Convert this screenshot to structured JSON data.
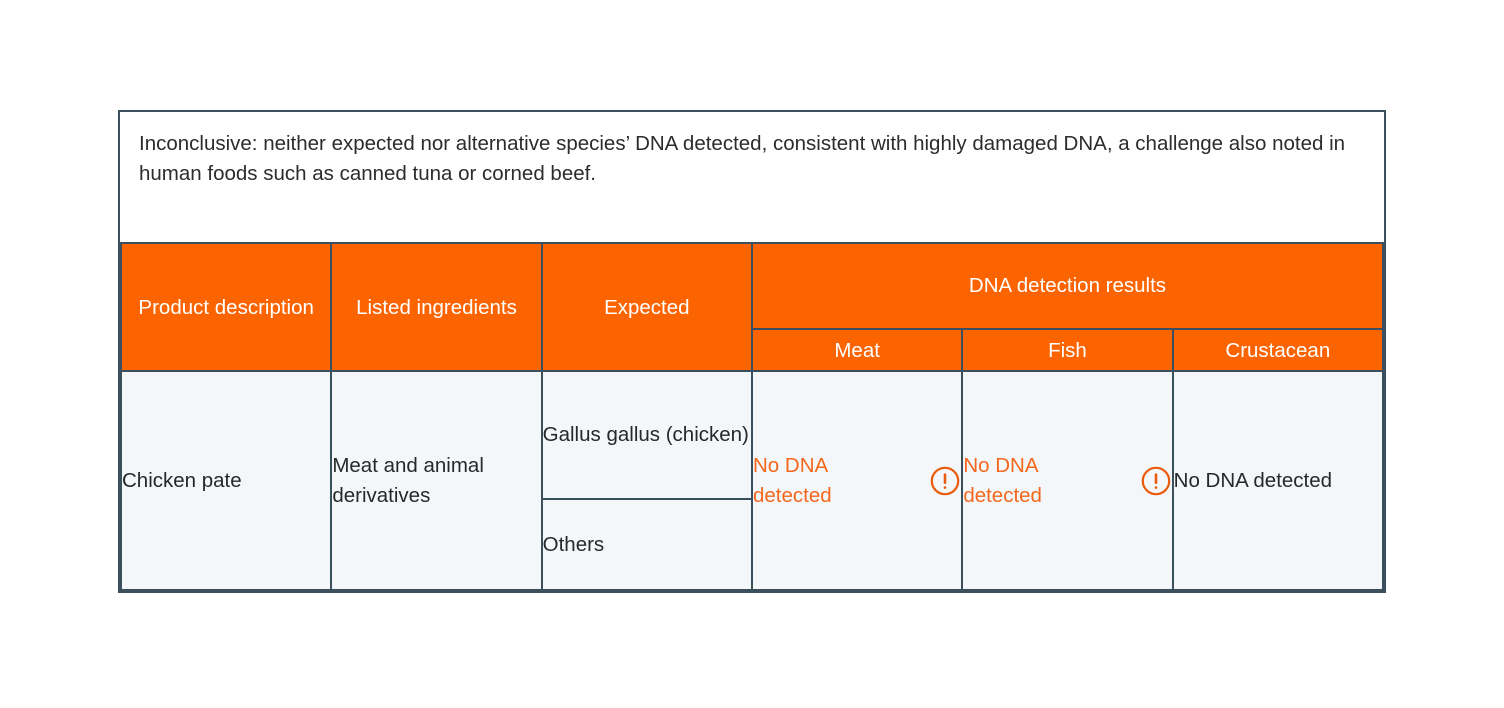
{
  "note": {
    "text": "Inconclusive: neither expected nor alternative species’ DNA detected, consistent with highly damaged DNA, a challenge also noted in human foods such as canned tuna or corned beef."
  },
  "colors": {
    "header_orange": "#fb6400",
    "body_background": "#f4f7fa",
    "border": "#3b4f5c",
    "alert_orange": "#f4671c",
    "icon_orange": "#ea5b0c",
    "page_background": "#ffffff",
    "body_text": "#26292b"
  },
  "table": {
    "columns": {
      "product_description": "Product description",
      "listed_ingredients": "Listed ingredients",
      "expected": "Expected"
    },
    "group_header": {
      "label": "DNA detection results",
      "subcolumns": [
        {
          "key": "meat",
          "label": "Meat"
        },
        {
          "key": "fish",
          "label": "Fish"
        },
        {
          "key": "crustacean",
          "label": "Crustacean"
        }
      ]
    },
    "rows": [
      {
        "product_description": "Chicken pate",
        "listed_ingredients": "Meat and animal derivatives",
        "expected": [
          "Gallus gallus (chicken)",
          "Others"
        ],
        "results": {
          "meat": {
            "text": "No DNA detected",
            "flagged": true,
            "icon": "alert-circle-icon"
          },
          "fish": {
            "text": "No DNA detected",
            "flagged": true,
            "icon": "alert-circle-icon"
          },
          "crustacean": {
            "text": "No DNA detected",
            "flagged": false,
            "icon": null
          }
        }
      }
    ]
  }
}
